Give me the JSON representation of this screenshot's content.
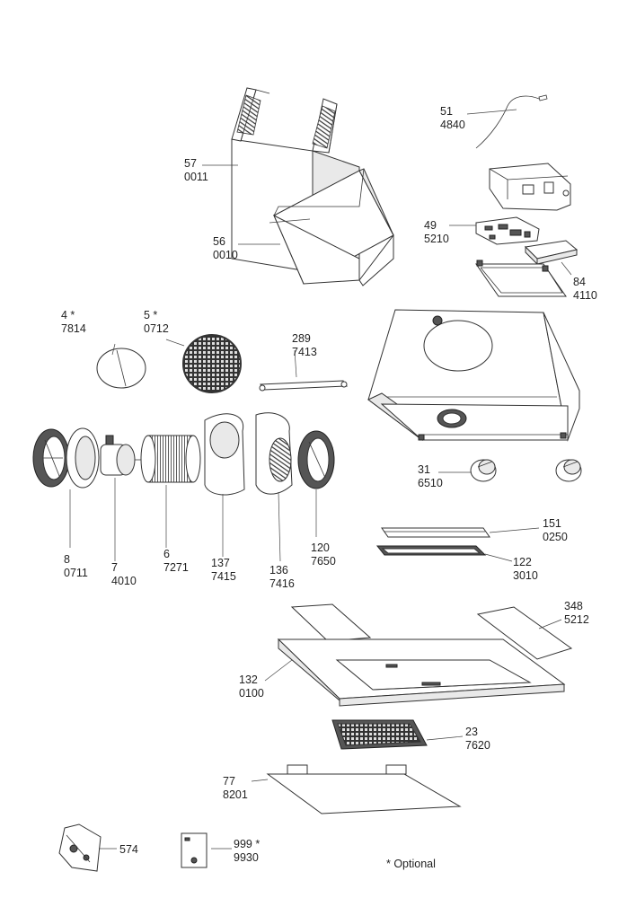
{
  "callouts": {
    "c51": {
      "num": "51",
      "code": "4840"
    },
    "c57": {
      "num": "57",
      "code": "0011"
    },
    "c49": {
      "num": "49",
      "code": "5210"
    },
    "c56": {
      "num": "56",
      "code": "0010"
    },
    "c84": {
      "num": "84",
      "code": "4110"
    },
    "c4": {
      "num": "4 *",
      "code": "7814"
    },
    "c5": {
      "num": "5 *",
      "code": "0712"
    },
    "c289": {
      "num": "289",
      "code": "7413"
    },
    "c31": {
      "num": "31",
      "code": "6510"
    },
    "c8": {
      "num": "8",
      "code": "0711"
    },
    "c7": {
      "num": "7",
      "code": "4010"
    },
    "c6": {
      "num": "6",
      "code": "7271"
    },
    "c137": {
      "num": "137",
      "code": "7415"
    },
    "c136": {
      "num": "136",
      "code": "7416"
    },
    "c120": {
      "num": "120",
      "code": "7650"
    },
    "c151": {
      "num": "151",
      "code": "0250"
    },
    "c122": {
      "num": "122",
      "code": "3010"
    },
    "c348": {
      "num": "348",
      "code": "5212"
    },
    "c132": {
      "num": "132",
      "code": "0100"
    },
    "c23": {
      "num": "23",
      "code": "7620"
    },
    "c77": {
      "num": "77",
      "code": "8201"
    },
    "c574": {
      "num": "574"
    },
    "c999": {
      "num": "999 *",
      "code": "9930"
    }
  },
  "legend": "* Optional"
}
